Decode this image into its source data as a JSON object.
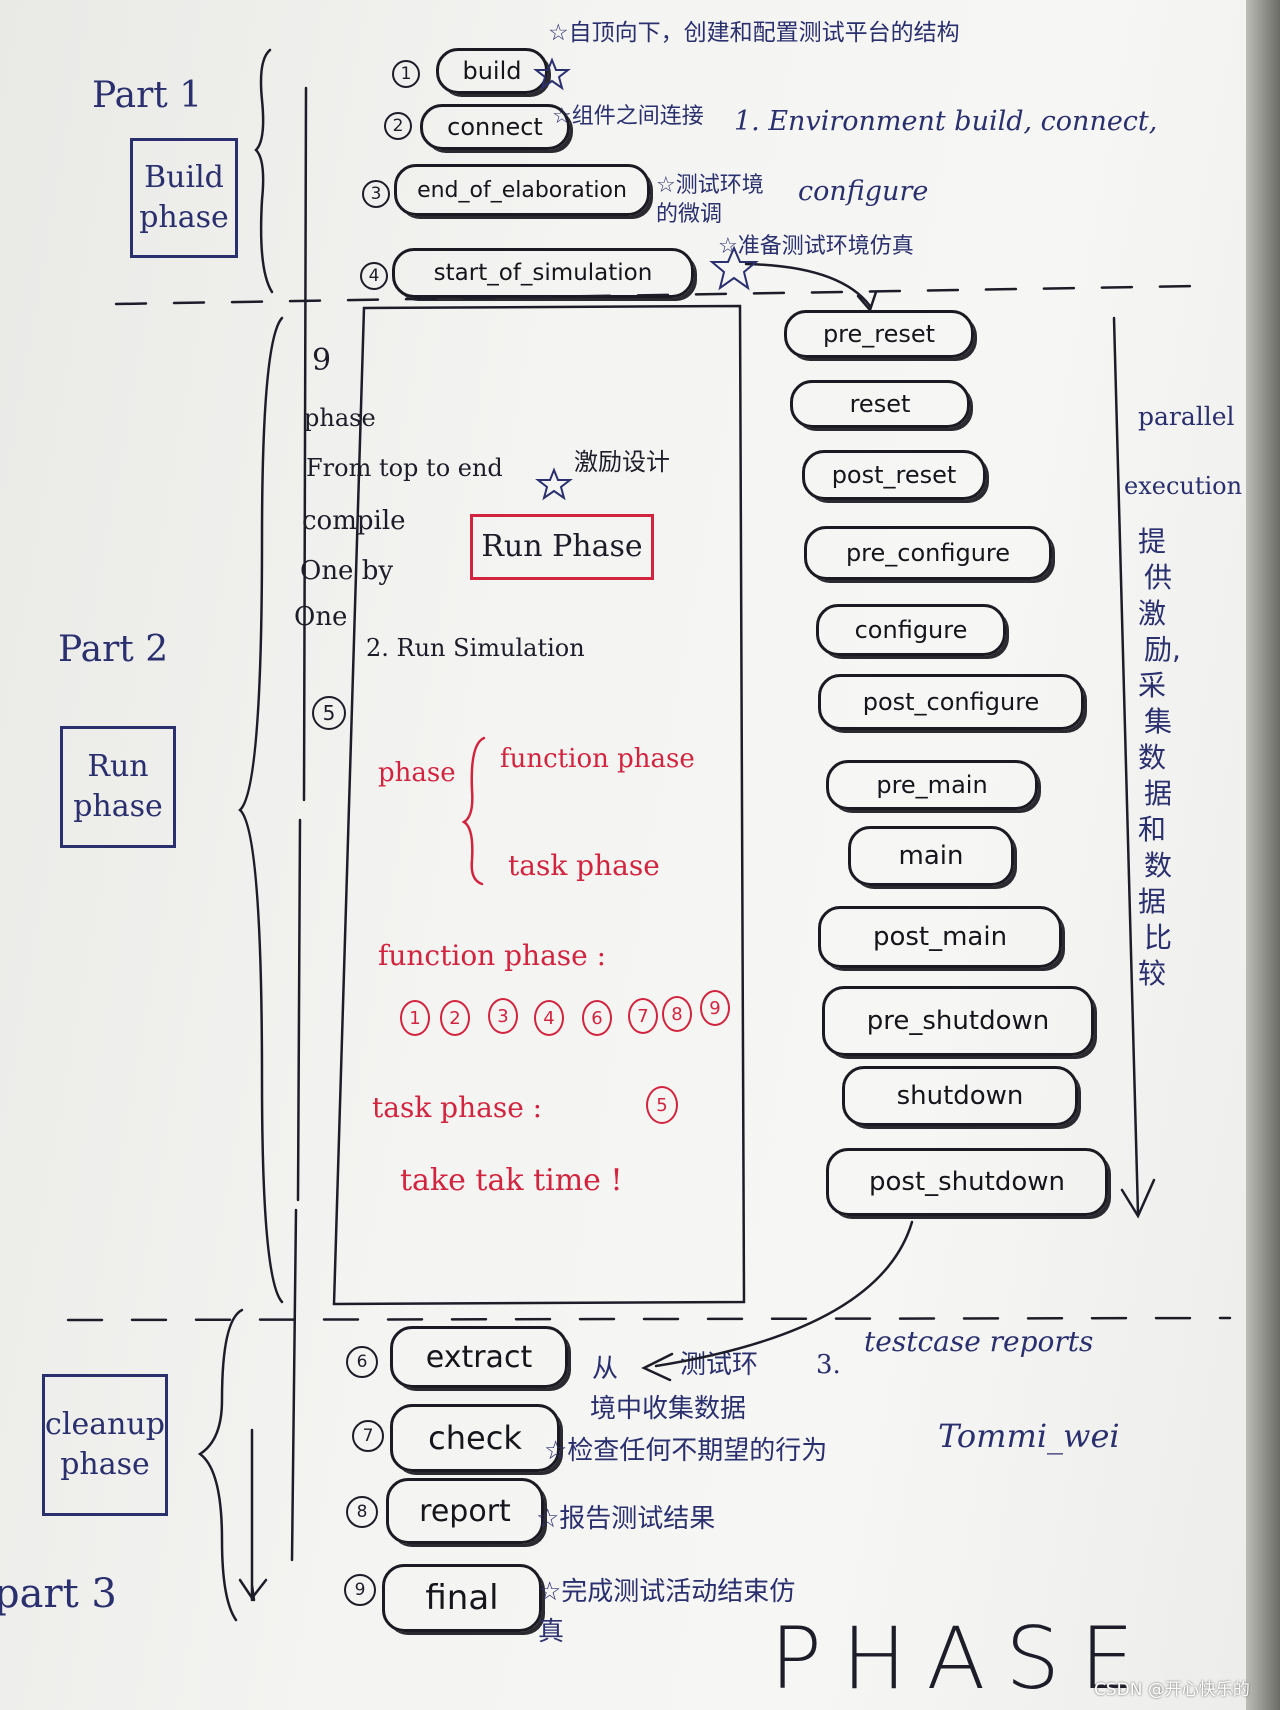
{
  "part1": {
    "label": "Part 1",
    "box": [
      "Build",
      "phase"
    ]
  },
  "part2": {
    "label": "Part 2",
    "box": [
      "Run",
      "phase"
    ]
  },
  "part3": {
    "label": "part 3",
    "box": [
      "cleanup",
      "phase"
    ]
  },
  "build_phases": [
    {
      "num": "1",
      "label": "build",
      "note": "☆自顶向下，创建和配置测试平台的结构"
    },
    {
      "num": "2",
      "label": "connect",
      "note": "☆组件之间连接"
    },
    {
      "num": "3",
      "label": "end_of_elaboration",
      "note": "☆测试环境的微调"
    },
    {
      "num": "4",
      "label": "start_of_simulation",
      "note": "☆准备测试环境仿真"
    }
  ],
  "env_note": [
    "1. Environment build, connect,",
    "configure"
  ],
  "left_notes": {
    "nine": "9",
    "phase": "phase",
    "from_top": "From top to end",
    "stimulus": "激励设计",
    "compile": "compile",
    "one_by": "One   by",
    "one": "One"
  },
  "run_phase_box": "Run Phase",
  "run_sim": "2. Run Simulation",
  "circle5": "5",
  "phase_brace": {
    "root": "phase",
    "function": "function phase",
    "task": "task phase"
  },
  "function_line": "function phase :",
  "function_nums": [
    "1",
    "2",
    "3",
    "4",
    "6",
    "7",
    "8",
    "9"
  ],
  "task_line": "task phase :",
  "task_num": "5",
  "take_time": "take tak time !",
  "run_phases": [
    "pre_reset",
    "reset",
    "post_reset",
    "pre_configure",
    "configure",
    "post_configure",
    "pre_main",
    "main",
    "post_main",
    "pre_shutdown",
    "shutdown",
    "post_shutdown"
  ],
  "parallel": [
    "parallel",
    "execution"
  ],
  "parallel_cn": [
    "提",
    "供",
    "激",
    "励,",
    "采",
    "集",
    "数",
    "据",
    "和",
    "数",
    "据",
    "比",
    "较"
  ],
  "cleanup_phases": [
    {
      "num": "6",
      "label": "extract",
      "note": "☆从测试环境中收集数据"
    },
    {
      "num": "7",
      "label": "check",
      "note": "☆检查任何不期望的行为"
    },
    {
      "num": "8",
      "label": "report",
      "note": "☆报告测试结果"
    },
    {
      "num": "9",
      "label": "final",
      "note": "☆完成测试活动结束仿真"
    }
  ],
  "extract_note": {
    "from": "从",
    "env": "测试环",
    "three": "3.",
    "line2": "境中收集数据"
  },
  "testcase": "testcase reports",
  "author": "Tommi_wei",
  "big_title": "PHASE",
  "watermark": "CSDN @开心快乐的",
  "colors": {
    "ink": "#1d1d2a",
    "blue_ink": "#2a2f6e",
    "red_ink": "#d2243e",
    "paper": "#f4f4f2"
  }
}
